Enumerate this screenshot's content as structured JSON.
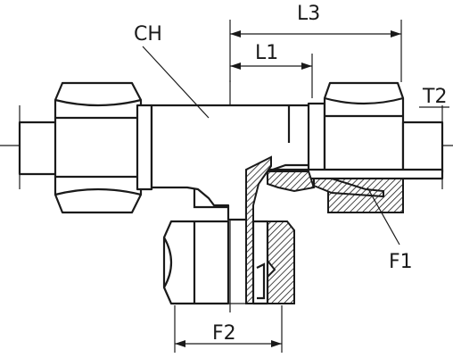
{
  "diagram": {
    "labels": {
      "ch": "CH",
      "l3": "L3",
      "l1": "L1",
      "t2": "T2",
      "f1": "F1",
      "f2": "F2"
    }
  }
}
